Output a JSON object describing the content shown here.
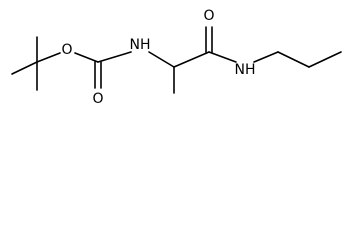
{
  "atoms": {
    "ester_oxygen": "O",
    "carbamate_carbonyl_oxygen": "O",
    "carbamate_nitrogen": "NH",
    "amide_carbonyl_oxygen": "O",
    "amide_nitrogen": "NH"
  }
}
